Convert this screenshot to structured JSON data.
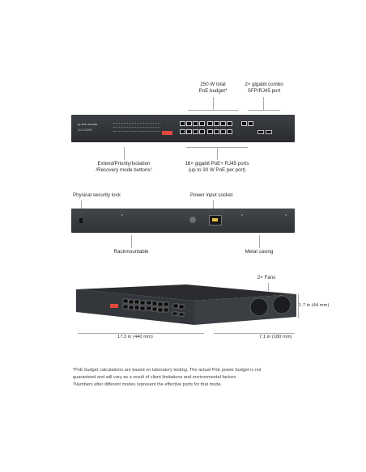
{
  "front_labels": {
    "poe_budget": [
      "250 W total",
      "PoE budget*"
    ],
    "combo_ports": [
      "2× gigabit combo",
      "SFP/RJ45 port"
    ],
    "buttons": [
      "Extend/Priority/Isolation",
      "/Recovery mode buttons¹"
    ],
    "poe_ports": [
      "16× gigabit PoE+ RJ45 ports",
      "(up to 30 W PoE per port)"
    ]
  },
  "rear_labels": {
    "security_lock": "Physical security lock",
    "power_socket": "Power input socket",
    "rackmountable": "Rackmountable",
    "metal_casing": "Metal casing"
  },
  "iso_labels": {
    "fans": "2× Fans",
    "height": "1.7 in (44 mm)",
    "width": "17.3 in (440 mm)",
    "depth": "7.1 in (180 mm)"
  },
  "notes": [
    "*PoE budget calculations are based on laboratory testing. The actual PoE power budget is not",
    "guaranteed and will vary as a result of client limitations and environmental factors.",
    "¹Numbers after different modes represent the effective ports for that mode."
  ],
  "device": {
    "brand": "tp-link omada",
    "model": "SG1218MP"
  }
}
